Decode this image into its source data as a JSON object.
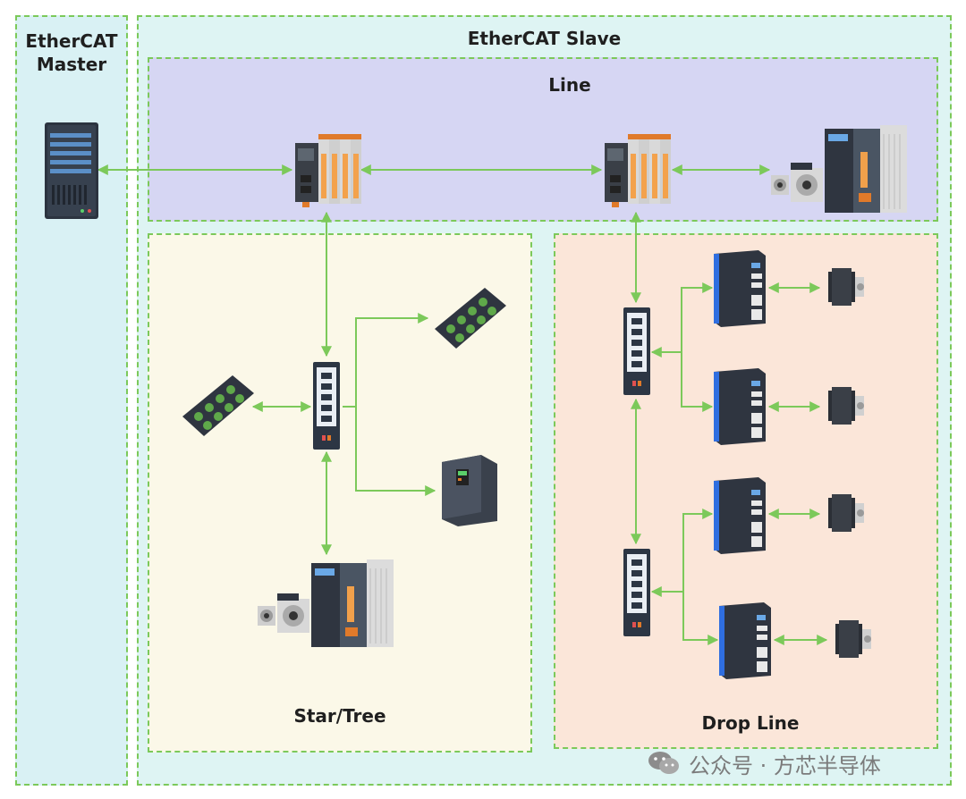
{
  "regions": {
    "master": {
      "label": "EtherCAT\nMaster"
    },
    "slave": {
      "label": "EtherCAT Slave"
    },
    "line": {
      "label": "Line"
    },
    "star": {
      "label": "Star/Tree"
    },
    "drop": {
      "label": "Drop Line"
    }
  },
  "watermark": {
    "text": "公众号 · 方芯半导体",
    "icon": "wechat-icon"
  },
  "colors": {
    "border": "#7cc95a",
    "arrow": "#7cc95a",
    "master_bg": "#d9f1f4",
    "slave_bg": "#def4f3",
    "line_bg": "#d6d6f3",
    "star_bg": "#fbf8e8",
    "drop_bg": "#fbe6d9"
  },
  "devices": [
    "server-icon",
    "io-module-icon",
    "servo-drive-icon",
    "servo-motor-icon",
    "ethernet-switch-icon",
    "io-block-icon",
    "frequency-inverter-icon",
    "stepper-drive-icon",
    "stepper-motor-icon"
  ]
}
